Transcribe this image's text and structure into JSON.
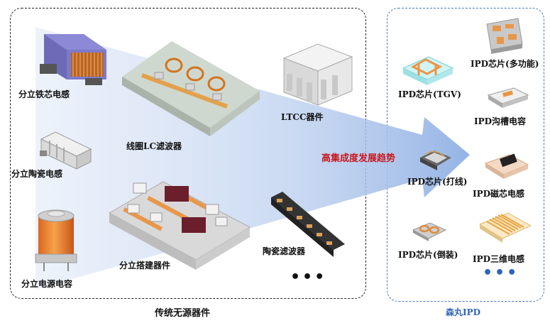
{
  "traditional": {
    "title": "传统无源器件",
    "items": [
      {
        "label": "分立铁芯电感"
      },
      {
        "label": "线圈LC滤波器"
      },
      {
        "label": "LTCC器件"
      },
      {
        "label": "分立陶瓷电感"
      },
      {
        "label": "分立搭建器件"
      },
      {
        "label": "陶瓷滤波器"
      },
      {
        "label": "分立电源电容"
      }
    ],
    "more": "•••"
  },
  "trend_label": "高集成度发展趋势",
  "ipd": {
    "title": "森丸IPD",
    "items": [
      {
        "label": "IPD芯片(多功能)"
      },
      {
        "label": "IPD芯片(TGV)"
      },
      {
        "label": "IPD沟槽电容"
      },
      {
        "label": "IPD芯片(打线)"
      },
      {
        "label": "IPD磁芯电感"
      },
      {
        "label": "IPD芯片(倒装)"
      },
      {
        "label": "IPD三维电感"
      }
    ],
    "more": "•••"
  },
  "colors": {
    "accent_blue": "#2f64b8",
    "trend_red": "#c8191f",
    "copper": "#e08a3c"
  }
}
